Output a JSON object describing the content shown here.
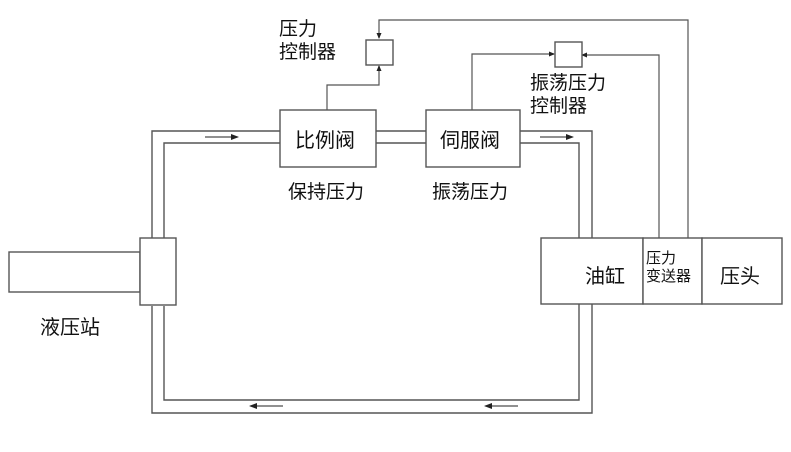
{
  "diagram": {
    "title": "",
    "colors": {
      "line": "#555555",
      "text": "#111111",
      "background": "#ffffff"
    },
    "components": {
      "proportional_valve": "比例阀",
      "servo_valve": "伺服阀",
      "hydraulic_station": "液压站",
      "cylinder": "油缸",
      "pressure_transmitter_line1": "压力",
      "pressure_transmitter_line2": "变送器",
      "press_head": "压头",
      "pressure_controller_line1": "压力",
      "pressure_controller_line2": "控制器",
      "oscillation_controller_line1": "振荡压力",
      "oscillation_controller_line2": "控制器"
    },
    "annotations": {
      "holding_pressure": "保持压力",
      "oscillation_pressure": "振荡压力"
    },
    "flow_arrows": [
      {
        "segment": "top-left pipe",
        "direction": "right"
      },
      {
        "segment": "top-right pipe",
        "direction": "right"
      },
      {
        "segment": "bottom-left pipe",
        "direction": "left"
      },
      {
        "segment": "bottom-right pipe",
        "direction": "left"
      }
    ],
    "signal_arrows": [
      {
        "from": "pressure-transmitter",
        "to": "pressure-controller",
        "direction": "down"
      },
      {
        "from": "proportional-valve",
        "to": "pressure-controller",
        "direction": "up"
      },
      {
        "from": "servo-valve",
        "to": "oscillation-controller",
        "direction": "right"
      },
      {
        "from": "pressure-transmitter",
        "to": "oscillation-controller",
        "direction": "left"
      }
    ]
  }
}
